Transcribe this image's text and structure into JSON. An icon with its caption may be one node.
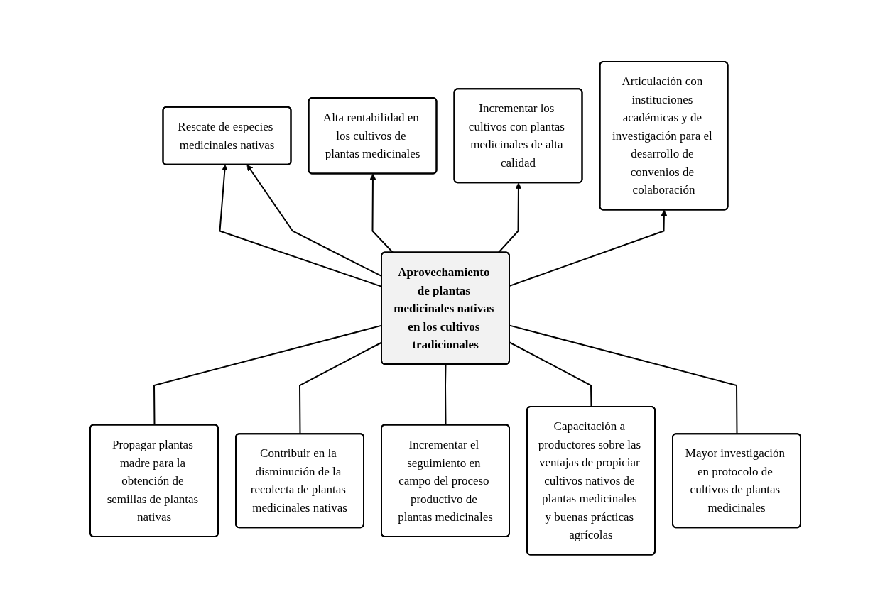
{
  "diagram": {
    "nodes": [
      {
        "text": [
          "Rescate de especies medicinales nativas"
        ]
      },
      {
        "text": [
          "Alta rentabilidad en los cultivos de plantas medicinales"
        ]
      },
      {
        "text": [
          "Incrementar los cultivos con plantas medicinales de alta calidad"
        ]
      },
      {
        "text": [
          "Articulación con instituciones académicas y de investigación para el desarrollo de convenios de colaboración"
        ]
      },
      {
        "text": [
          "Aprovechamiento de plantas medicinales nativas en los cultivos tradicionales"
        ]
      },
      {
        "text": [
          "Propagar plantas madre para la obtención de semillas de plantas nativas"
        ]
      },
      {
        "text": [
          "Contribuir en la disminución de la recolecta de plantas medicinales nativas"
        ]
      },
      {
        "text": [
          "Incrementar el seguimiento en campo del proceso productivo de plantas medicinales"
        ]
      },
      {
        "text": [
          "Capacitación a productores sobre las ventajas de propiciar cultivos nativos de plantas medicinales y buenas prácticas agrícolas"
        ]
      },
      {
        "text": [
          "Mayor investigación en protocolo de cultivos de plantas medicinales"
        ]
      }
    ],
    "edges": [
      {
        "from": 4,
        "to": 0,
        "arrow": "to"
      },
      {
        "from": 4,
        "to": 0,
        "arrow": "to"
      },
      {
        "from": 4,
        "to": 1,
        "arrow": "to"
      },
      {
        "from": 4,
        "to": 2,
        "arrow": "to"
      },
      {
        "from": 4,
        "to": 3,
        "arrow": "to"
      },
      {
        "from": 5,
        "to": 4,
        "arrow": "none"
      },
      {
        "from": 6,
        "to": 4,
        "arrow": "none"
      },
      {
        "from": 7,
        "to": 4,
        "arrow": "none"
      },
      {
        "from": 8,
        "to": 4,
        "arrow": "none"
      },
      {
        "from": 9,
        "to": 4,
        "arrow": "none"
      }
    ]
  }
}
